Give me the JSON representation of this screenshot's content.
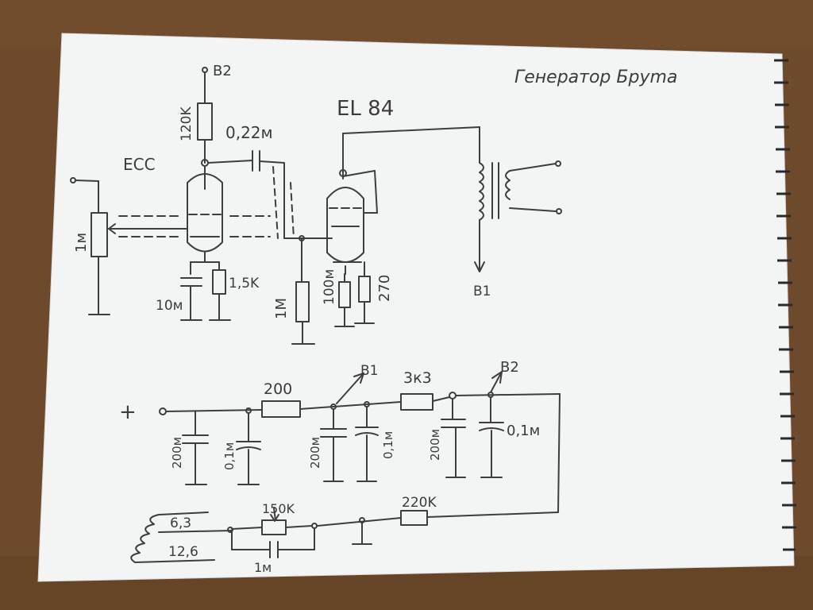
{
  "title": "Генератор Бруma",
  "tubes": {
    "preamp": "ECC",
    "output": "EL 84"
  },
  "amp_labels": {
    "b2_top": "B2",
    "r_120k": "120K",
    "c_022": "0,22м",
    "pot_1m": "1м",
    "cap_10m": "10м",
    "r_15k": "1,5K",
    "r_1m_grid": "1M",
    "cap_100m": "100м",
    "r_270": "270",
    "b1_out": "B1"
  },
  "psu_labels": {
    "plus": "+",
    "r_200": "200",
    "b1": "B1",
    "r_3k3": "3к3",
    "b2": "B2",
    "c_200m_a": "200м",
    "c_01m_a": "0,1м",
    "c_200m_b": "200м",
    "c_01m_b": "0,1м",
    "c_200m_c": "200м",
    "c_01m_c": "0,1м",
    "r_150k": "150K",
    "r_220k": "220K",
    "v_63": "6,3",
    "v_126": "12,6",
    "cap_1m": "1м"
  },
  "colors": {
    "paper": "#f4f5f5",
    "pencil": "#3e3e3e",
    "table": "#6e4a2c"
  }
}
